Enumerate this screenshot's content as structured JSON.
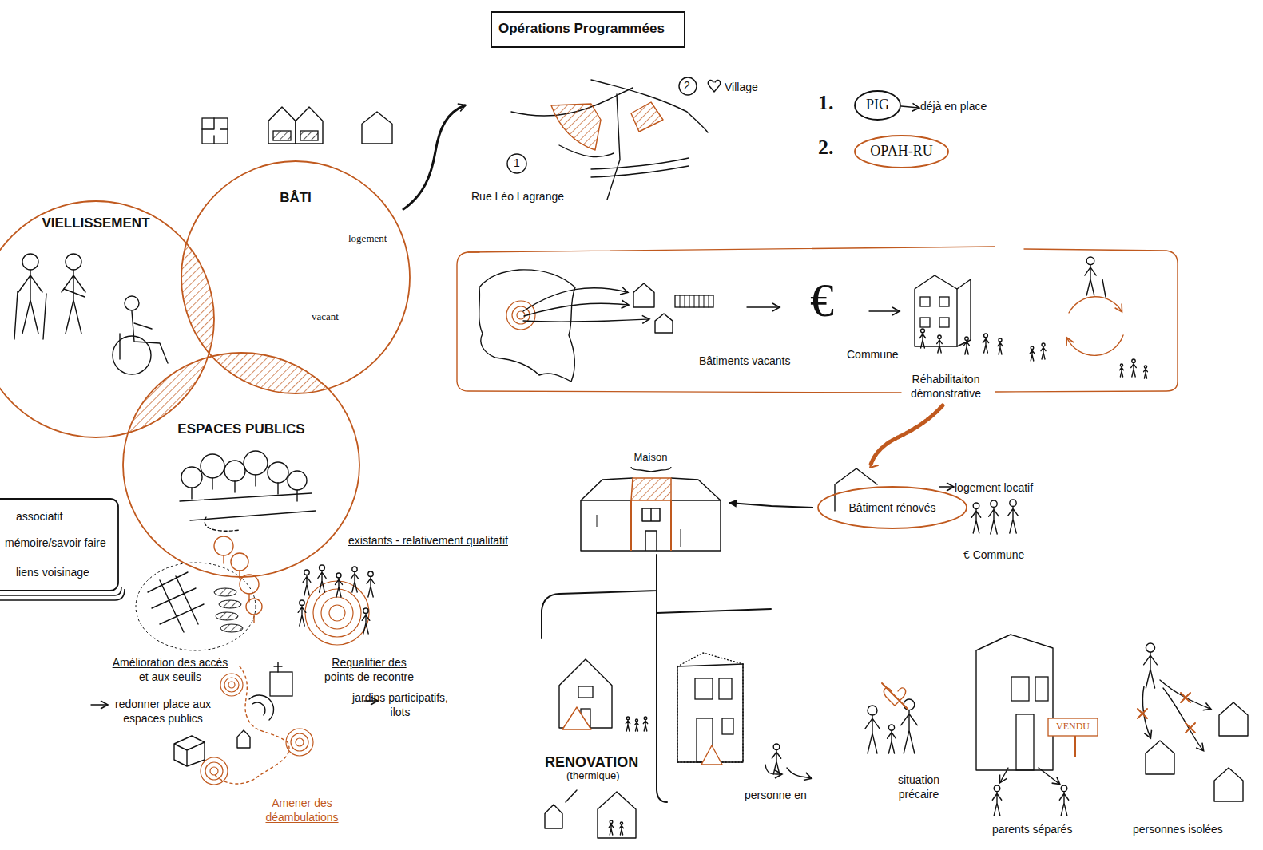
{
  "diagram": {
    "title": "Opérations Programmées",
    "nodes": [
      {
        "text": [
          "VIELLISSEMENT"
        ]
      },
      {
        "text": [
          "BÂTI"
        ]
      },
      {
        "text": [
          "ESPACES PUBLICS"
        ]
      },
      {
        "text": [
          "associatif",
          "mémoire/savoir faire",
          "liens voisinage"
        ]
      },
      {
        "text": [
          "PIG"
        ]
      },
      {
        "text": [
          "OPAH-RU"
        ]
      },
      {
        "text": [
          "Bâtiment rénovés"
        ]
      },
      {
        "text": [
          "Maison"
        ]
      }
    ],
    "edges": [
      {
        "from": 6,
        "to": 7,
        "arrow": "to"
      }
    ],
    "labels": [
      "1.",
      "2.",
      "déjà en place",
      "2",
      "Village",
      "1",
      "Rue Léo Lagrange",
      "logement",
      "vacant",
      "€",
      "Bâtiments vacants",
      "Commune",
      "Réhabilitaiton démonstrative",
      "logement locatif",
      "€ Commune",
      "existants - relativement qualitatif",
      "Amélioration des accès et aux seuils",
      "Requalifier des points de recontre",
      "redonner place aux espaces publics",
      "jardins participatifs, ilots",
      "Amener des déambulations",
      "RENOVATION",
      "(thermique)",
      "personne en",
      "situation précaire",
      "VENDU",
      "parents séparés",
      "personnes isolées"
    ]
  }
}
